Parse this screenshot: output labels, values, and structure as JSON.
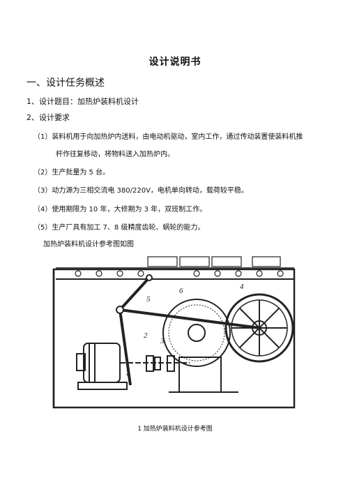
{
  "title": "设计说明书",
  "section": "一、设计任务概述",
  "item1": "1、设计题目：加热炉装料机设计",
  "item2": "2、设计要求",
  "requirements": {
    "r1_line1": "（1）装料机用于向加热炉内送料，由电动机驱动，室内工作，通过传动装置使装料机推",
    "r1_line2": "杆作往复移动，将物料送入加热炉内。",
    "r2": "（2）生产批量为 5 台。",
    "r3": "（3）动力源为三相交流电 380/220V，电机单向转动，载荷较平稳。",
    "r4": "（4）使用期限为 10 年，大修期为 3 年，双班制工作。",
    "r5": "（5）生产厂具有加工 7、8 级精度齿轮、蜗轮的能力。"
  },
  "figure_intro": "加热炉装料机设计参考图如图",
  "figure": {
    "labels": [
      "1",
      "2",
      "3",
      "4",
      "5",
      "6"
    ]
  },
  "caption": "1 加热炉装料机设计参考图"
}
